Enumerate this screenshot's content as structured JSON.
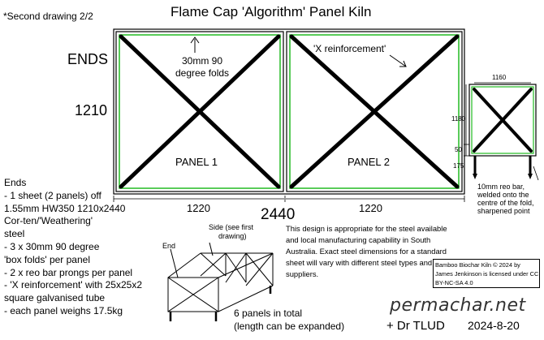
{
  "header": {
    "note": "*Second drawing 2/2",
    "title": "Flame Cap 'Algorithm' Panel Kiln"
  },
  "labels": {
    "ends": "ENDS",
    "height_1210": "1210",
    "folds_line1": "30mm 90",
    "folds_line2": "degree folds",
    "x_reinforcement": "'X reinforcement'",
    "panel1": "PANEL 1",
    "panel2": "PANEL 2",
    "width_left": "1220",
    "width_right": "1220",
    "total_width": "2440"
  },
  "end_view": {
    "width": "1160",
    "height": "1180",
    "fold": "50",
    "prong": "175",
    "reo_line1": "10mm reo bar,",
    "reo_line2": "welded onto the",
    "reo_line3": "centre of the fold,",
    "reo_line4": "sharpened point"
  },
  "specs": {
    "heading": "Ends",
    "lines": [
      "- 1 sheet (2 panels) off",
      "1.55mm HW350 1210x2440",
      "Cor-ten/'Weathering'",
      "steel",
      "- 3 x 30mm 90 degree",
      "'box folds' per panel",
      "- 2 x reo bar prongs per panel",
      "- 'X reinforcement' with 25x25x2",
      "square galvanised tube",
      "- each panel weighs 17.5kg"
    ]
  },
  "sketch": {
    "side_line1": "Side (see first",
    "side_line2": "drawing)",
    "end": "End",
    "total_line1": "6 panels in total",
    "total_line2": "(length can be expanded)"
  },
  "design_note": [
    "This design is appropriate for the steel available",
    "and local manufacturing capability in South",
    "Australia. Exact steel dimensions for a standard",
    "sheet will vary with different steel types and",
    "suppliers."
  ],
  "license": [
    "Bamboo Biochar Kiln © 2024 by",
    "James Jenkinson is licensed under CC",
    "BY-NC-SA 4.0"
  ],
  "signature": {
    "brand": "permachar.net",
    "credit": "+ Dr TLUD",
    "date": "2024-8-20"
  },
  "colors": {
    "line": "#000000",
    "fold": "#22bb22"
  }
}
